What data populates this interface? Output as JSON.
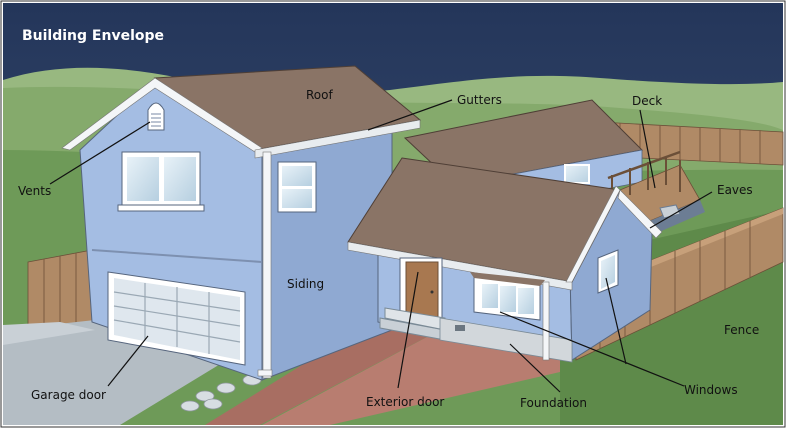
{
  "diagram": {
    "title": "Building Envelope",
    "labels": {
      "roof": "Roof",
      "gutters": "Gutters",
      "deck": "Deck",
      "vents": "Vents",
      "eaves": "Eaves",
      "siding": "Siding",
      "fence": "Fence",
      "garage_door": "Garage door",
      "exterior_door": "Exterior door",
      "foundation": "Foundation",
      "windows": "Windows"
    }
  },
  "colors": {
    "sky": "#283a5e",
    "grass": "#6e9a58",
    "siding": "#a4bde3",
    "roof": "#8a7466",
    "fence": "#b08a66",
    "walkway": "#a86e62",
    "window_glass": "#cfe2ef",
    "white_label": "#ffffff"
  }
}
